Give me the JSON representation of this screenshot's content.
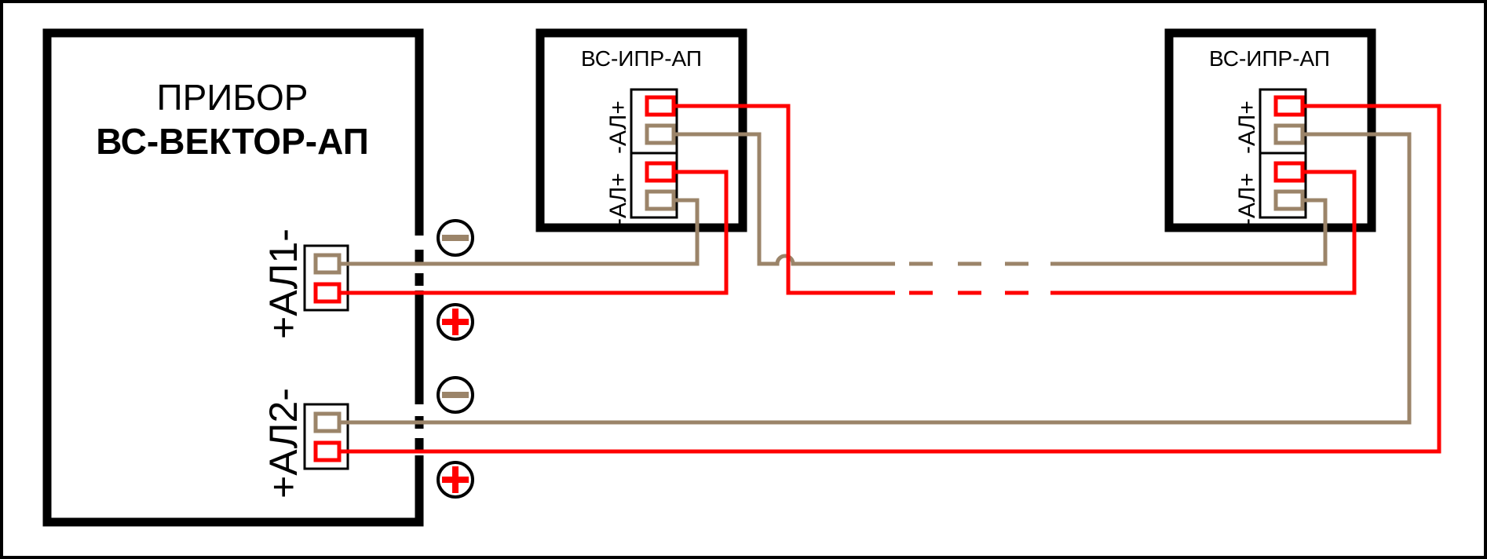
{
  "diagram": {
    "device": {
      "title_line1": "ПРИБОР",
      "title_line2": "ВС-ВЕКТОР-АП",
      "loop1_label": "+АЛ1-",
      "loop2_label": "+АЛ2-"
    },
    "detectors": [
      {
        "title": "ВС-ИПР-АП",
        "in_label": "-АЛ+",
        "out_label": "-АЛ+"
      },
      {
        "title": "ВС-ИПР-АП",
        "in_label": "-АЛ+",
        "out_label": "-АЛ+"
      }
    ],
    "polarity": {
      "minus_symbol": "minus-circle",
      "plus_symbol": "plus-circle"
    },
    "colors": {
      "positive_wire": "#ff0000",
      "negative_wire": "#9b8469",
      "frame": "#000000",
      "background": "#ffffff"
    }
  }
}
